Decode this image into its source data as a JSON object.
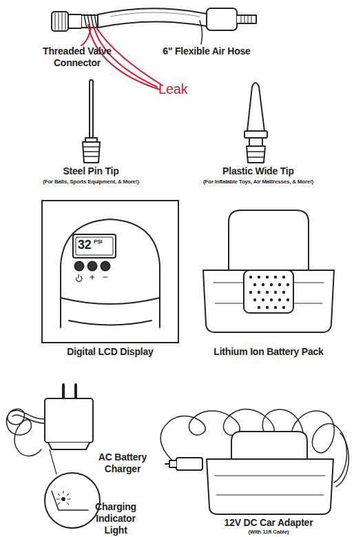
{
  "diagram": {
    "nodes": [
      {
        "text": [
          "Digital LCD Display"
        ]
      }
    ],
    "labels": [
      "Threaded Valve Connector",
      "6\" Flexible Air Hose",
      "Leak",
      "Steel Pin Tip",
      "(For Balls, Sports Equipment, & More!)",
      "Plastic Wide Tip",
      "(For Inflatable Toys, Air Mattresses, & More!)",
      "32",
      "PSI",
      "Lithium Ion Battery Pack",
      "AC Battery Charger",
      "Charging Indicator Light",
      "12V DC Car Adapter",
      "(With 11ft Cable)"
    ]
  }
}
